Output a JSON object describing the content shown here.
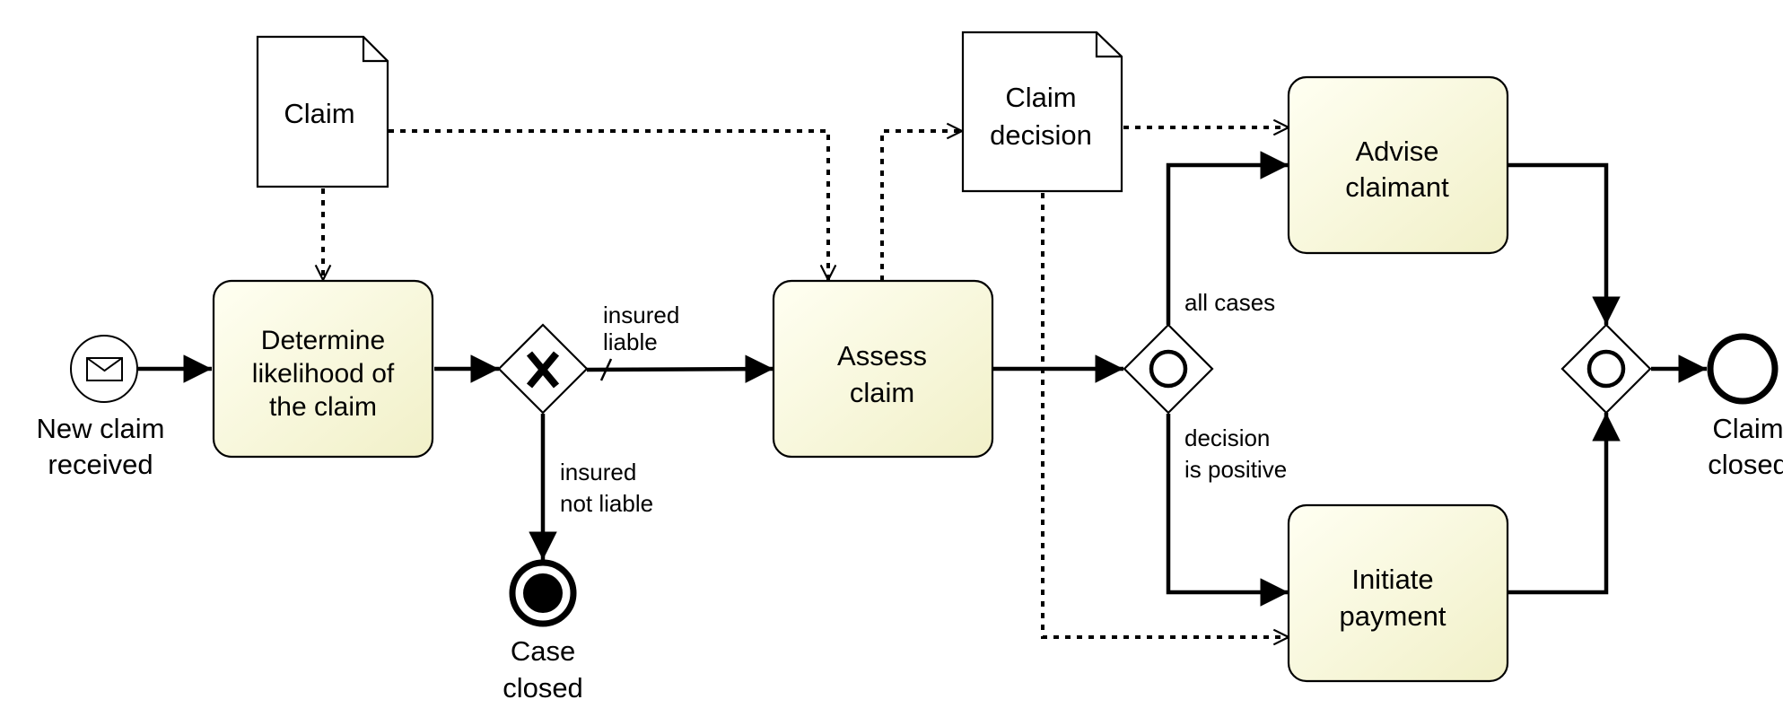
{
  "diagram": {
    "colors": {
      "task_fill_light": "#fffff2",
      "task_fill_dark": "#f1f0c8",
      "stroke": "#000000",
      "background": "#ffffff"
    },
    "events": {
      "start": {
        "label_lines": [
          "New claim",
          "received"
        ],
        "icon": "envelope-icon"
      },
      "case_closed": {
        "label_lines": [
          "Case",
          "closed"
        ]
      },
      "claim_closed": {
        "label_lines": [
          "Claim",
          "closed"
        ]
      }
    },
    "tasks": {
      "determine": {
        "label_lines": [
          "Determine",
          "likelihood of",
          "the claim"
        ]
      },
      "assess": {
        "label_lines": [
          "Assess",
          "claim"
        ]
      },
      "advise": {
        "label_lines": [
          "Advise",
          "claimant"
        ]
      },
      "payment": {
        "label_lines": [
          "Initiate",
          "payment"
        ]
      }
    },
    "data_objects": {
      "claim": {
        "label_lines": [
          "Claim"
        ]
      },
      "claim_decision": {
        "label_lines": [
          "Claim",
          "decision"
        ]
      }
    },
    "gateways": {
      "exclusive": {
        "marker": "X"
      },
      "inclusive_split": {
        "marker": "circle"
      },
      "inclusive_join": {
        "marker": "circle"
      }
    },
    "flow_labels": {
      "insured_liable": [
        "insured",
        "liable"
      ],
      "insured_not_liable": [
        "insured",
        "not liable"
      ],
      "all_cases": [
        "all cases"
      ],
      "decision_positive": [
        "decision",
        "is positive"
      ]
    }
  }
}
